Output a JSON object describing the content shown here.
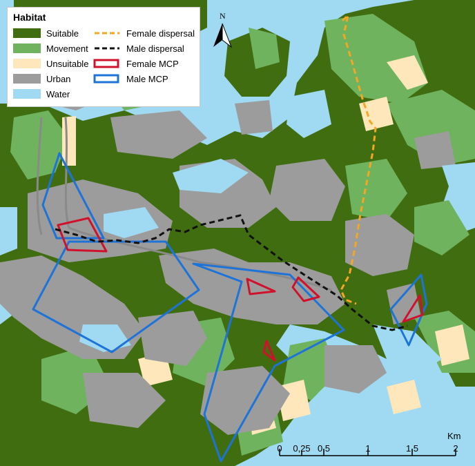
{
  "legend": {
    "title": "Habitat",
    "habitat": [
      {
        "label": "Suitable",
        "color": "#3f6d0f"
      },
      {
        "label": "Movement",
        "color": "#6fb35f"
      },
      {
        "label": "Unsuitable",
        "color": "#fde7bb"
      },
      {
        "label": "Urban",
        "color": "#9c9c9c"
      },
      {
        "label": "Water",
        "color": "#9fdaf2"
      }
    ],
    "tracks": [
      {
        "label": "Female dispersal",
        "color": "#f5a623",
        "style": "dashed"
      },
      {
        "label": "Male dispersal",
        "color": "#111111",
        "style": "dashed"
      },
      {
        "label": "Female MCP",
        "color": "#d0112b",
        "style": "polygon"
      },
      {
        "label": "Male MCP",
        "color": "#1e73d8",
        "style": "polygon"
      }
    ]
  },
  "north_arrow": {
    "label": "N"
  },
  "scale_bar": {
    "unit": "Km",
    "ticks": [
      "0",
      "0,25",
      "0,5",
      "1",
      "1,5",
      "2"
    ]
  }
}
